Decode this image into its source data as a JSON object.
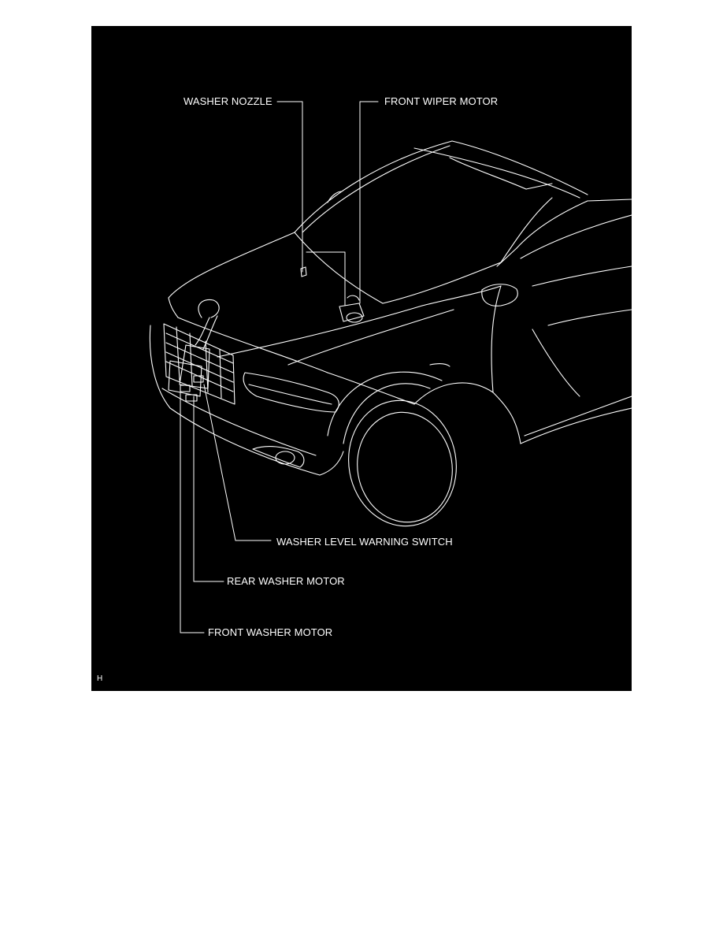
{
  "diagram": {
    "labels": {
      "washer_nozzle": "WASHER NOZZLE",
      "front_wiper_motor": "FRONT WIPER MOTOR",
      "washer_level_warning_switch": "WASHER LEVEL WARNING SWITCH",
      "rear_washer_motor": "REAR WASHER MOTOR",
      "front_washer_motor": "FRONT WASHER MOTOR"
    },
    "panel_code": "H"
  },
  "colors": {
    "panel_background": "#000000",
    "line_color": "#ffffff",
    "page_background": "#ffffff"
  }
}
